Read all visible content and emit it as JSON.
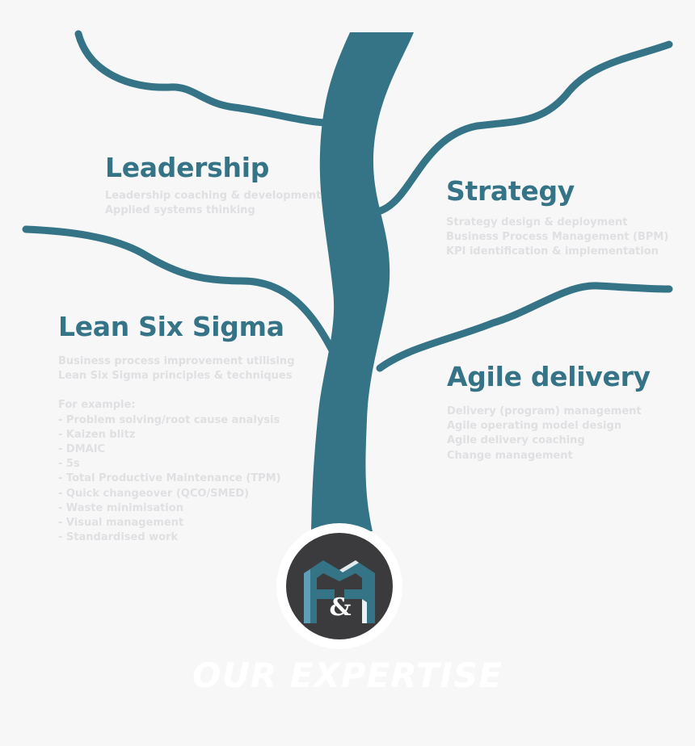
{
  "sections": {
    "leadership": {
      "title": "Leadership",
      "lines": [
        "Leadership coaching & development",
        "Applied systems thinking"
      ]
    },
    "strategy": {
      "title": "Strategy",
      "lines": [
        "Strategy design & deployment",
        "Business Process Management (BPM)",
        "KPI identification & implementation"
      ]
    },
    "lean": {
      "title": "Lean Six Sigma",
      "intro": [
        "Business process improvement utilising",
        "Lean Six Sigma principles & techniques"
      ],
      "example_label": "For example:",
      "examples": [
        "- Problem solving/root cause analysis",
        "- Kaizen blitz",
        "- DMAIC",
        "- 5s",
        "- Total Productive Maintenance (TPM)",
        "- Quick changeover (QCO/SMED)",
        "- Waste minimisation",
        "- Visual management",
        "- Standardised work"
      ]
    },
    "agile": {
      "title": "Agile delivery",
      "lines": [
        "Delivery (program) management",
        "Agile operating model design",
        "Agile delivery coaching",
        "Change management"
      ]
    }
  },
  "logo": {
    "symbol": "&"
  },
  "footer": {
    "text": "OUR EXPERTISE"
  },
  "colors": {
    "accent": "#357387",
    "muted_text": "#e0e0e3",
    "logo_dark": "#3b3b3d",
    "background": "#f7f7f8"
  }
}
